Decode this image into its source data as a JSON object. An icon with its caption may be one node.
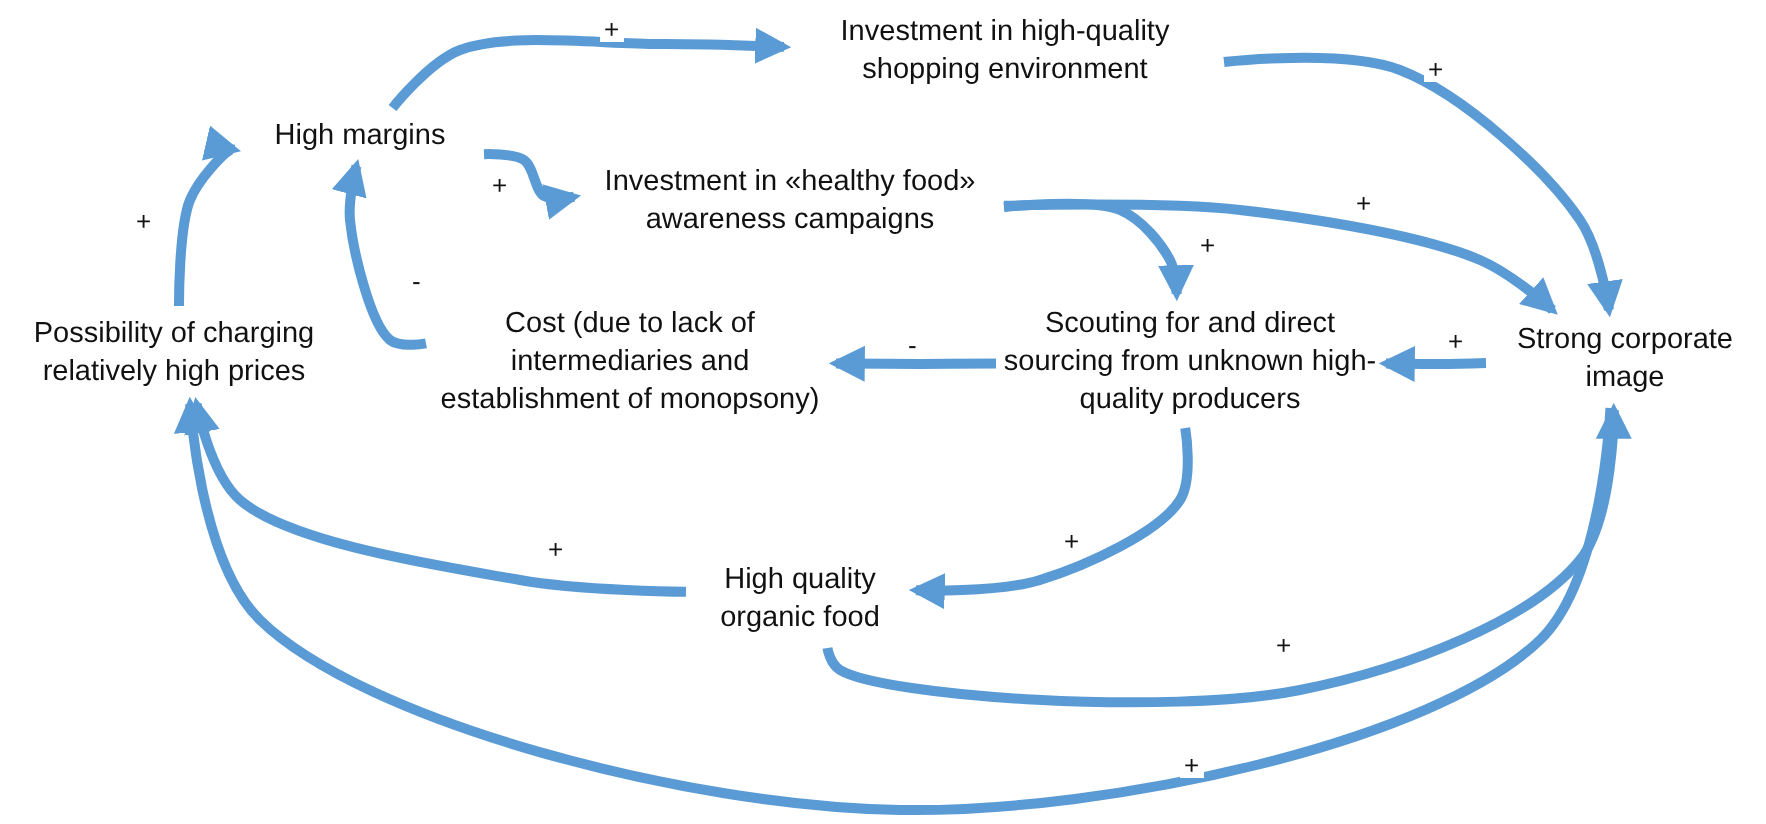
{
  "diagram": {
    "nodes": [
      {
        "text": [
          "High margins"
        ]
      },
      {
        "text": [
          "Investment in high-quality shopping environment"
        ]
      },
      {
        "text": [
          "Investment in «healthy food» awareness campaigns"
        ]
      },
      {
        "text": [
          "Possibility of charging relatively high prices"
        ]
      },
      {
        "text": [
          "Cost (due to lack of intermediaries and establishment of monopsony)"
        ]
      },
      {
        "text": [
          "Scouting for and direct sourcing from unknown high-quality producers"
        ]
      },
      {
        "text": [
          "Strong corporate image"
        ]
      },
      {
        "text": [
          "High quality organic food"
        ]
      }
    ],
    "edges": [
      {
        "from": 0,
        "to": 1,
        "arrow": "to",
        "label": "+"
      },
      {
        "from": 0,
        "to": 2,
        "arrow": "to",
        "label": "+"
      },
      {
        "from": 1,
        "to": 6,
        "arrow": "to",
        "label": "+"
      },
      {
        "from": 2,
        "to": 6,
        "arrow": "to",
        "label": "+"
      },
      {
        "from": 2,
        "to": 5,
        "arrow": "to",
        "label": "+"
      },
      {
        "from": 6,
        "to": 5,
        "arrow": "to",
        "label": "+"
      },
      {
        "from": 5,
        "to": 4,
        "arrow": "to",
        "label": "-"
      },
      {
        "from": 4,
        "to": 0,
        "arrow": "to",
        "label": "-"
      },
      {
        "from": 3,
        "to": 0,
        "arrow": "to",
        "label": "+"
      },
      {
        "from": 5,
        "to": 7,
        "arrow": "to",
        "label": "+"
      },
      {
        "from": 7,
        "to": 3,
        "arrow": "to",
        "label": "+"
      },
      {
        "from": 7,
        "to": 6,
        "arrow": "to",
        "label": "+"
      },
      {
        "from": 6,
        "to": 3,
        "arrow": "to",
        "label": "+"
      }
    ]
  }
}
